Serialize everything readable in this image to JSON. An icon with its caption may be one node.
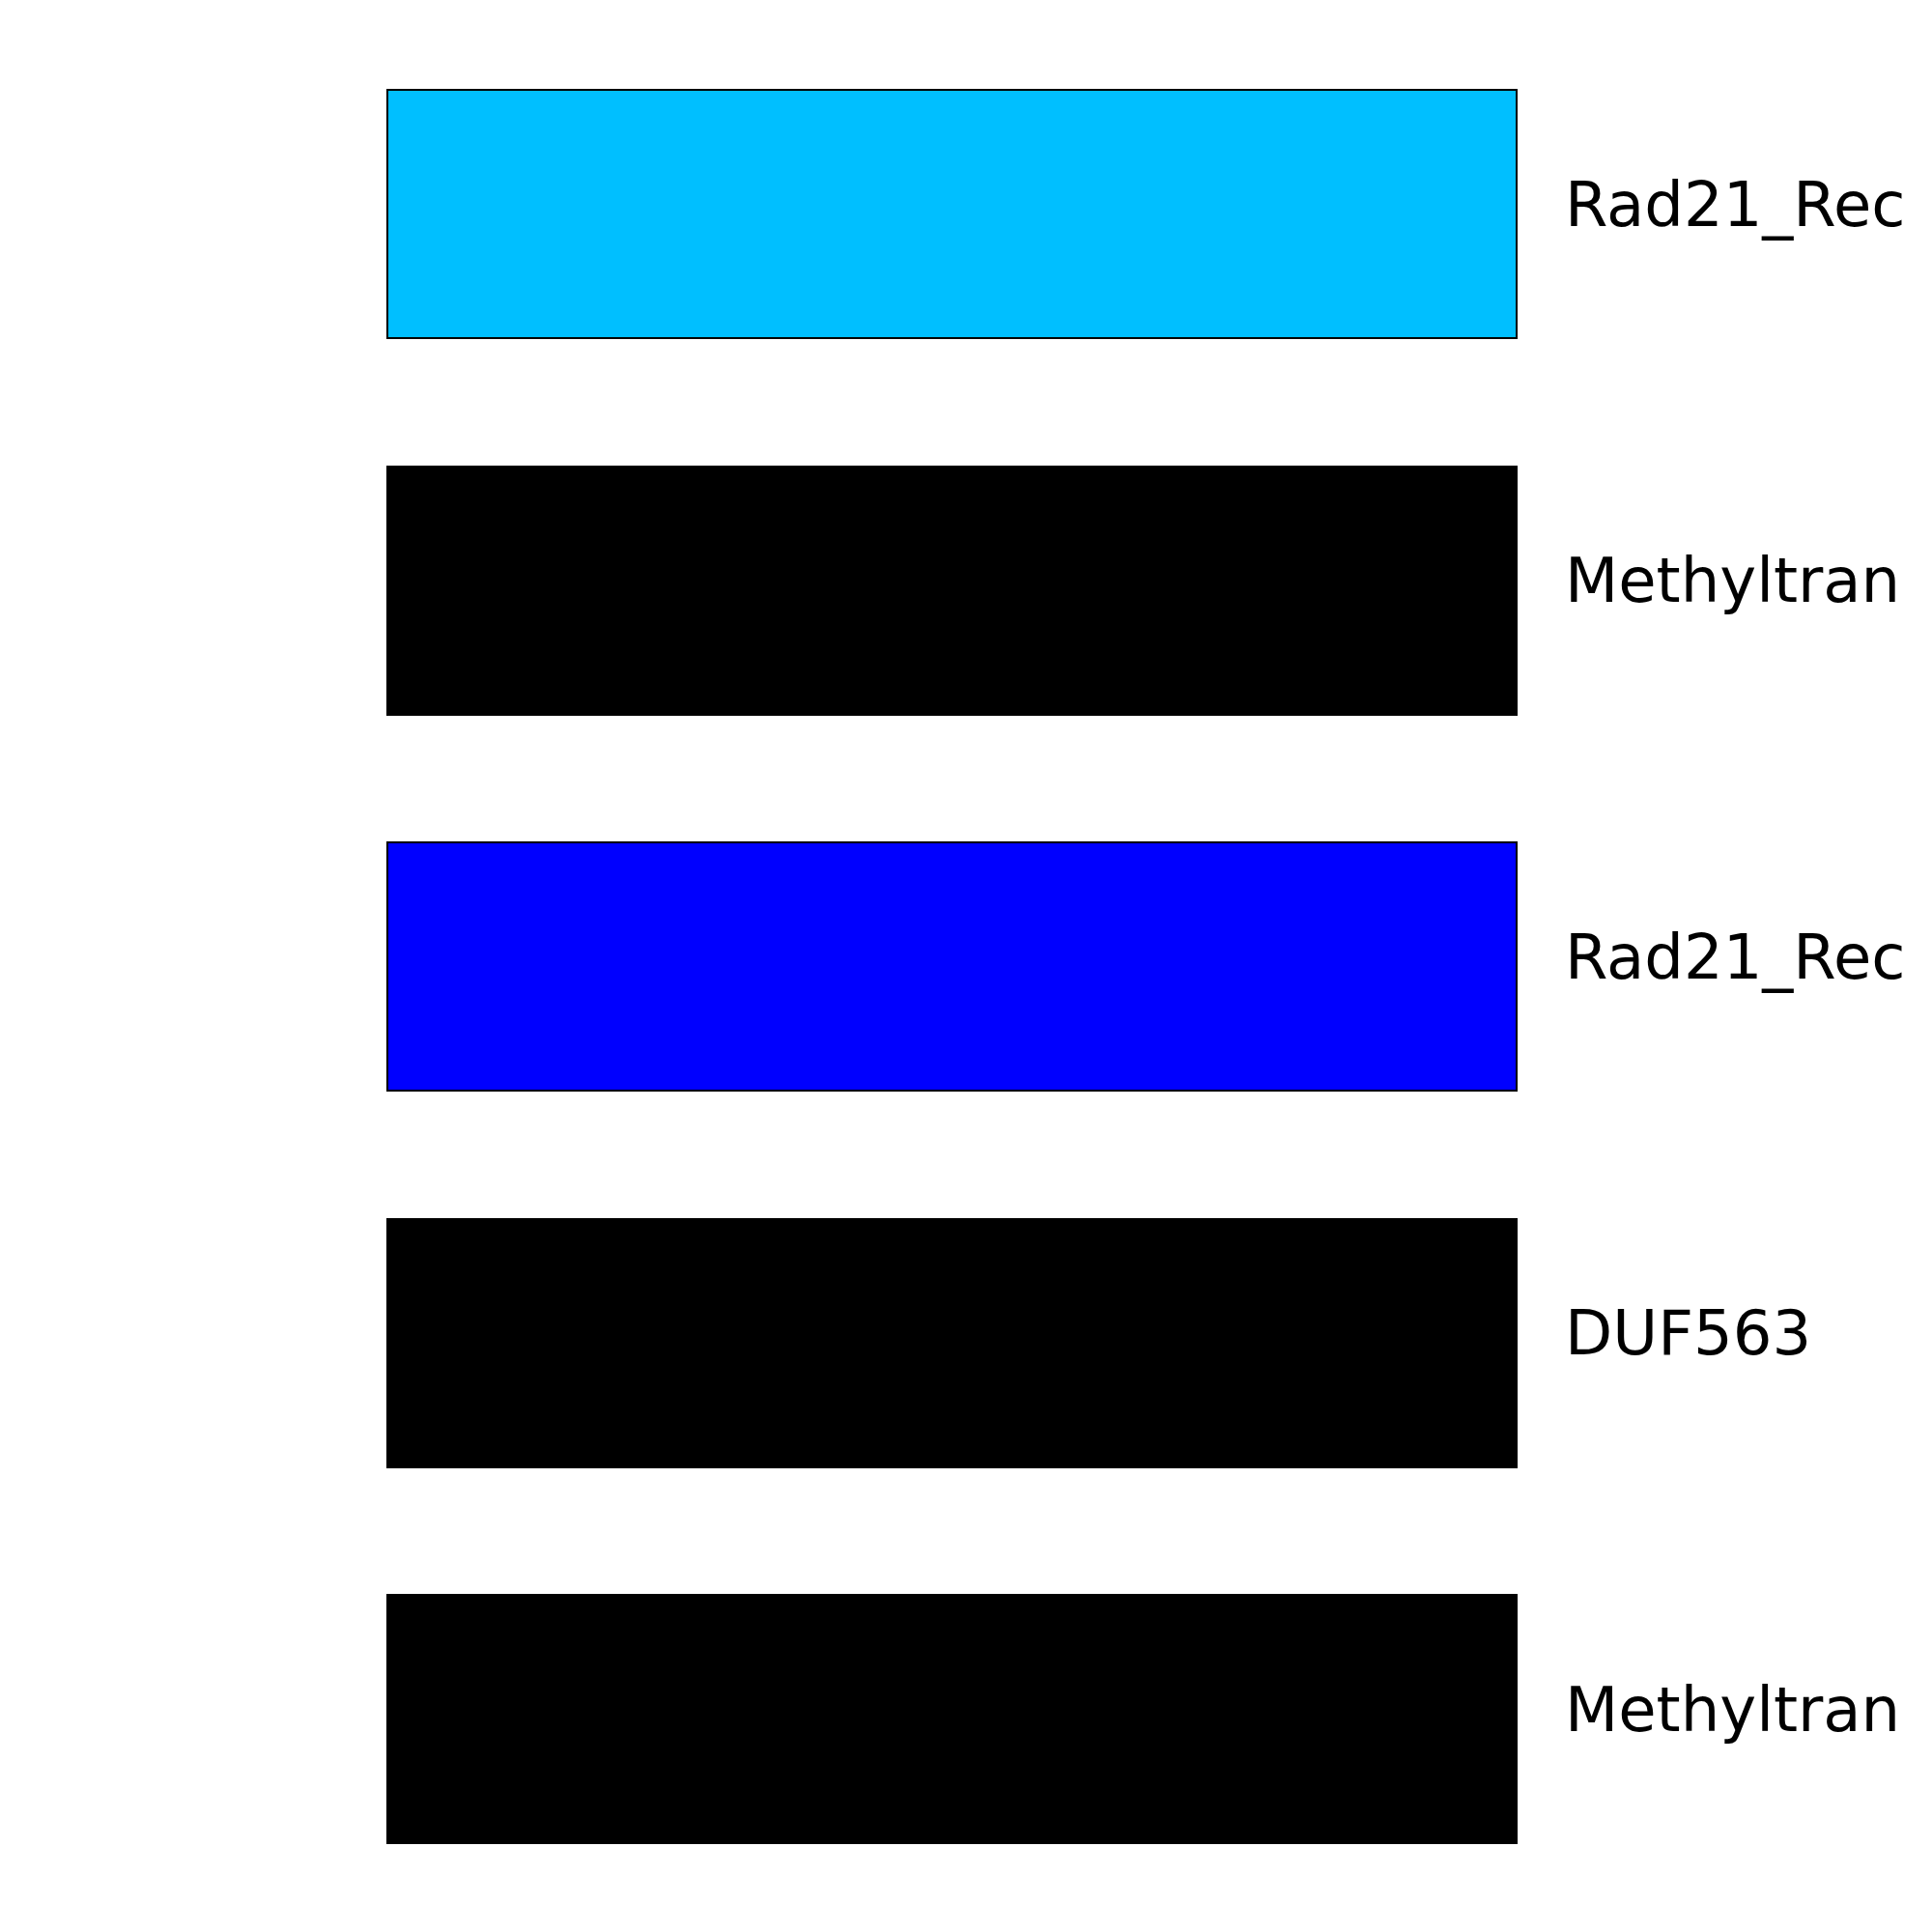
{
  "diagram": {
    "legend": [
      {
        "text": "Rad21_Rec",
        "color": "#00bfff"
      },
      {
        "text": "Methyltran",
        "color": "#000000"
      },
      {
        "text": "Rad21_Rec",
        "color": "#0000ff"
      },
      {
        "text": "DUF563",
        "color": "#000000"
      },
      {
        "text": "Methyltran",
        "color": "#000000"
      }
    ]
  }
}
